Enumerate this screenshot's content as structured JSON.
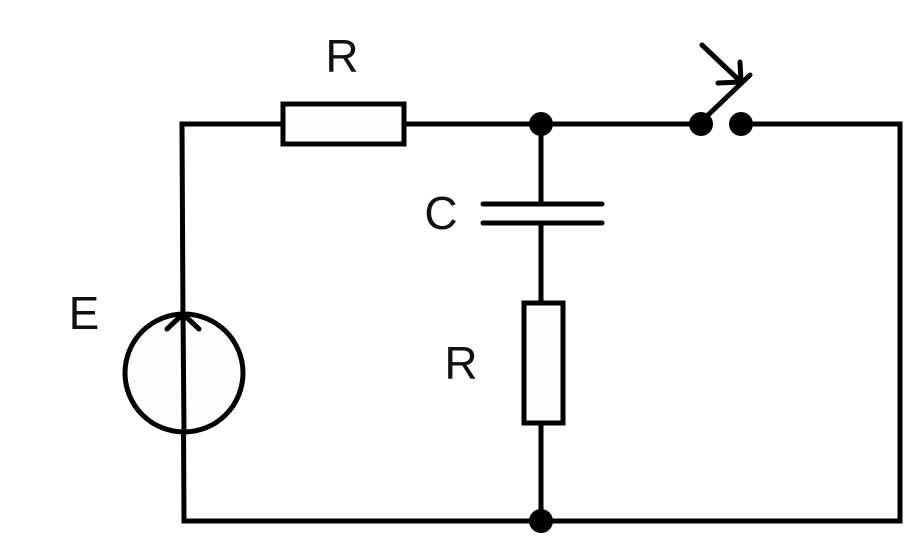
{
  "diagram": {
    "type": "electrical-circuit",
    "labels": {
      "top_resistor": "R",
      "capacitor": "C",
      "branch_resistor": "R",
      "source": "E"
    },
    "components": [
      {
        "id": "source",
        "kind": "voltage-source",
        "label": "E",
        "arrow": "up"
      },
      {
        "id": "top_resistor",
        "kind": "resistor",
        "label": "R"
      },
      {
        "id": "capacitor",
        "kind": "capacitor",
        "label": "C"
      },
      {
        "id": "branch_resistor",
        "kind": "resistor",
        "label": "R"
      },
      {
        "id": "switch",
        "kind": "switch",
        "state": "closing"
      }
    ],
    "stroke_color": "#000000",
    "background": "#ffffff"
  }
}
